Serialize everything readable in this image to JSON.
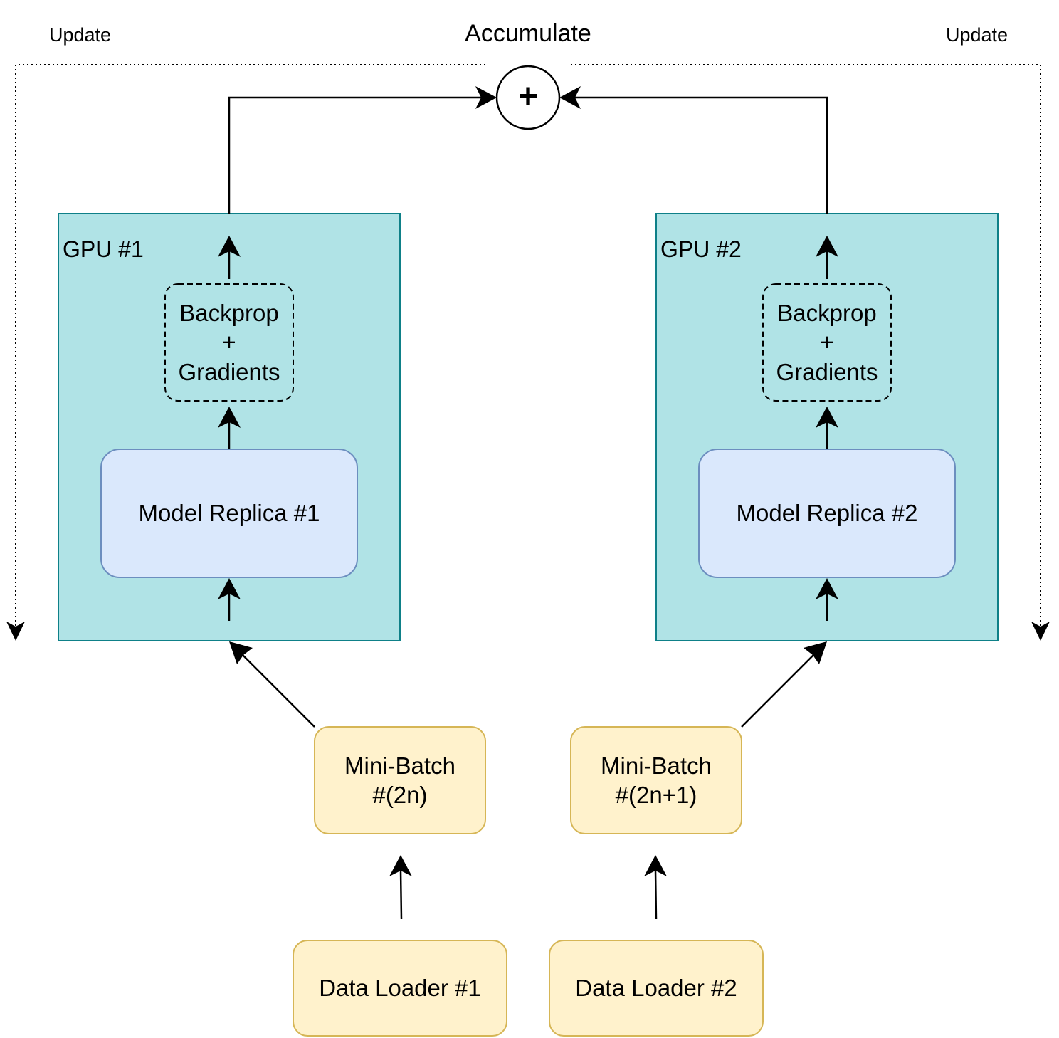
{
  "labels": {
    "accumulate": "Accumulate",
    "update_left": "Update",
    "update_right": "Update",
    "plus_symbol": "+"
  },
  "gpus": [
    {
      "label": "GPU #1",
      "backprop": {
        "line1": "Backprop",
        "line2": "+",
        "line3": "Gradients"
      },
      "model": "Model Replica #1"
    },
    {
      "label": "GPU #2",
      "backprop": {
        "line1": "Backprop",
        "line2": "+",
        "line3": "Gradients"
      },
      "model": "Model Replica #2"
    }
  ],
  "minibatches": [
    {
      "line1": "Mini-Batch",
      "line2": "#(2n)"
    },
    {
      "line1": "Mini-Batch",
      "line2": "#(2n+1)"
    }
  ],
  "loaders": [
    "Data Loader #1",
    "Data Loader #2"
  ],
  "colors": {
    "gpu_fill": "#b0e3e6",
    "gpu_stroke": "#0e8088",
    "model_fill": "#dae8fc",
    "model_stroke": "#6c8ebf",
    "data_fill": "#fff2cc",
    "data_stroke": "#d6b656"
  }
}
